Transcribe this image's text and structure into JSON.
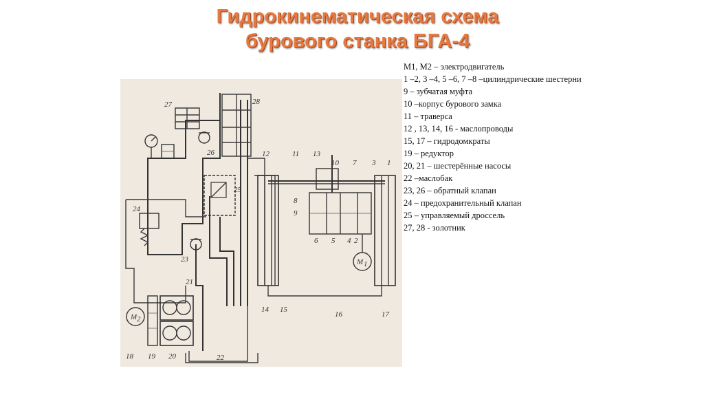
{
  "title": {
    "line1": "Гидрокинематическая схема",
    "line2": "бурового станка БГА-4"
  },
  "legend": [
    "М1, М2 – электродвигатель",
    "1 –2, 3 –4, 5 –6, 7 –8 –цилиндрические шестерни",
    "9 – зубчатая муфта",
    "10 –корпус бурового замка",
    "11 – траверса",
    "12 , 13, 14, 16 - маслопроводы",
    "15, 17 – гидродомкраты",
    "19 – редуктор",
    "20, 21 – шестерённые насосы",
    "22 –маслобак",
    "23, 26 – обратный клапан",
    "24 – предохранительный клапан",
    "25 – управляемый дроссель",
    "27, 28 - золотник"
  ],
  "diagram": {
    "labels": {
      "n1": "1",
      "n2": "2",
      "n3": "3",
      "n4": "4",
      "n5": "5",
      "n6": "6",
      "n7": "7",
      "n8": "8",
      "n9": "9",
      "n10": "10",
      "n11": "11",
      "n12": "12",
      "n13": "13",
      "n14": "14",
      "n15": "15",
      "n16": "16",
      "n17": "17",
      "n18": "18",
      "n19": "19",
      "n20": "20",
      "n21": "21",
      "n22": "22",
      "n23": "23",
      "n24": "24",
      "n25": "25",
      "n26": "26",
      "n27": "27",
      "n28": "28",
      "m1": "M",
      "m1sub": "1",
      "m2": "M",
      "m2sub": "2"
    }
  }
}
